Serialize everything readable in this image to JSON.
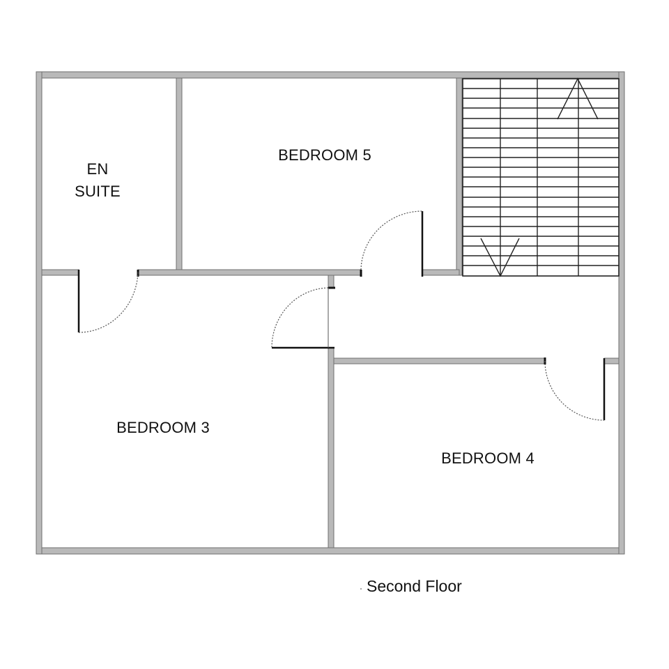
{
  "title": "Second Floor",
  "rooms": {
    "en_suite": {
      "line1": "EN",
      "line2": "SUITE"
    },
    "bedroom5": {
      "label": "BEDROOM 5"
    },
    "bedroom3": {
      "label": "BEDROOM 3"
    },
    "bedroom4": {
      "label": "BEDROOM 4"
    }
  },
  "features": {
    "stairs": {
      "treads": 20,
      "directions": [
        "up",
        "down"
      ],
      "icon": "stair-arrow-icon"
    }
  },
  "colors": {
    "wall_fill": "#b9b9b9",
    "wall_outline": "#6f6f6f",
    "line": "#111111",
    "background": "#ffffff"
  }
}
